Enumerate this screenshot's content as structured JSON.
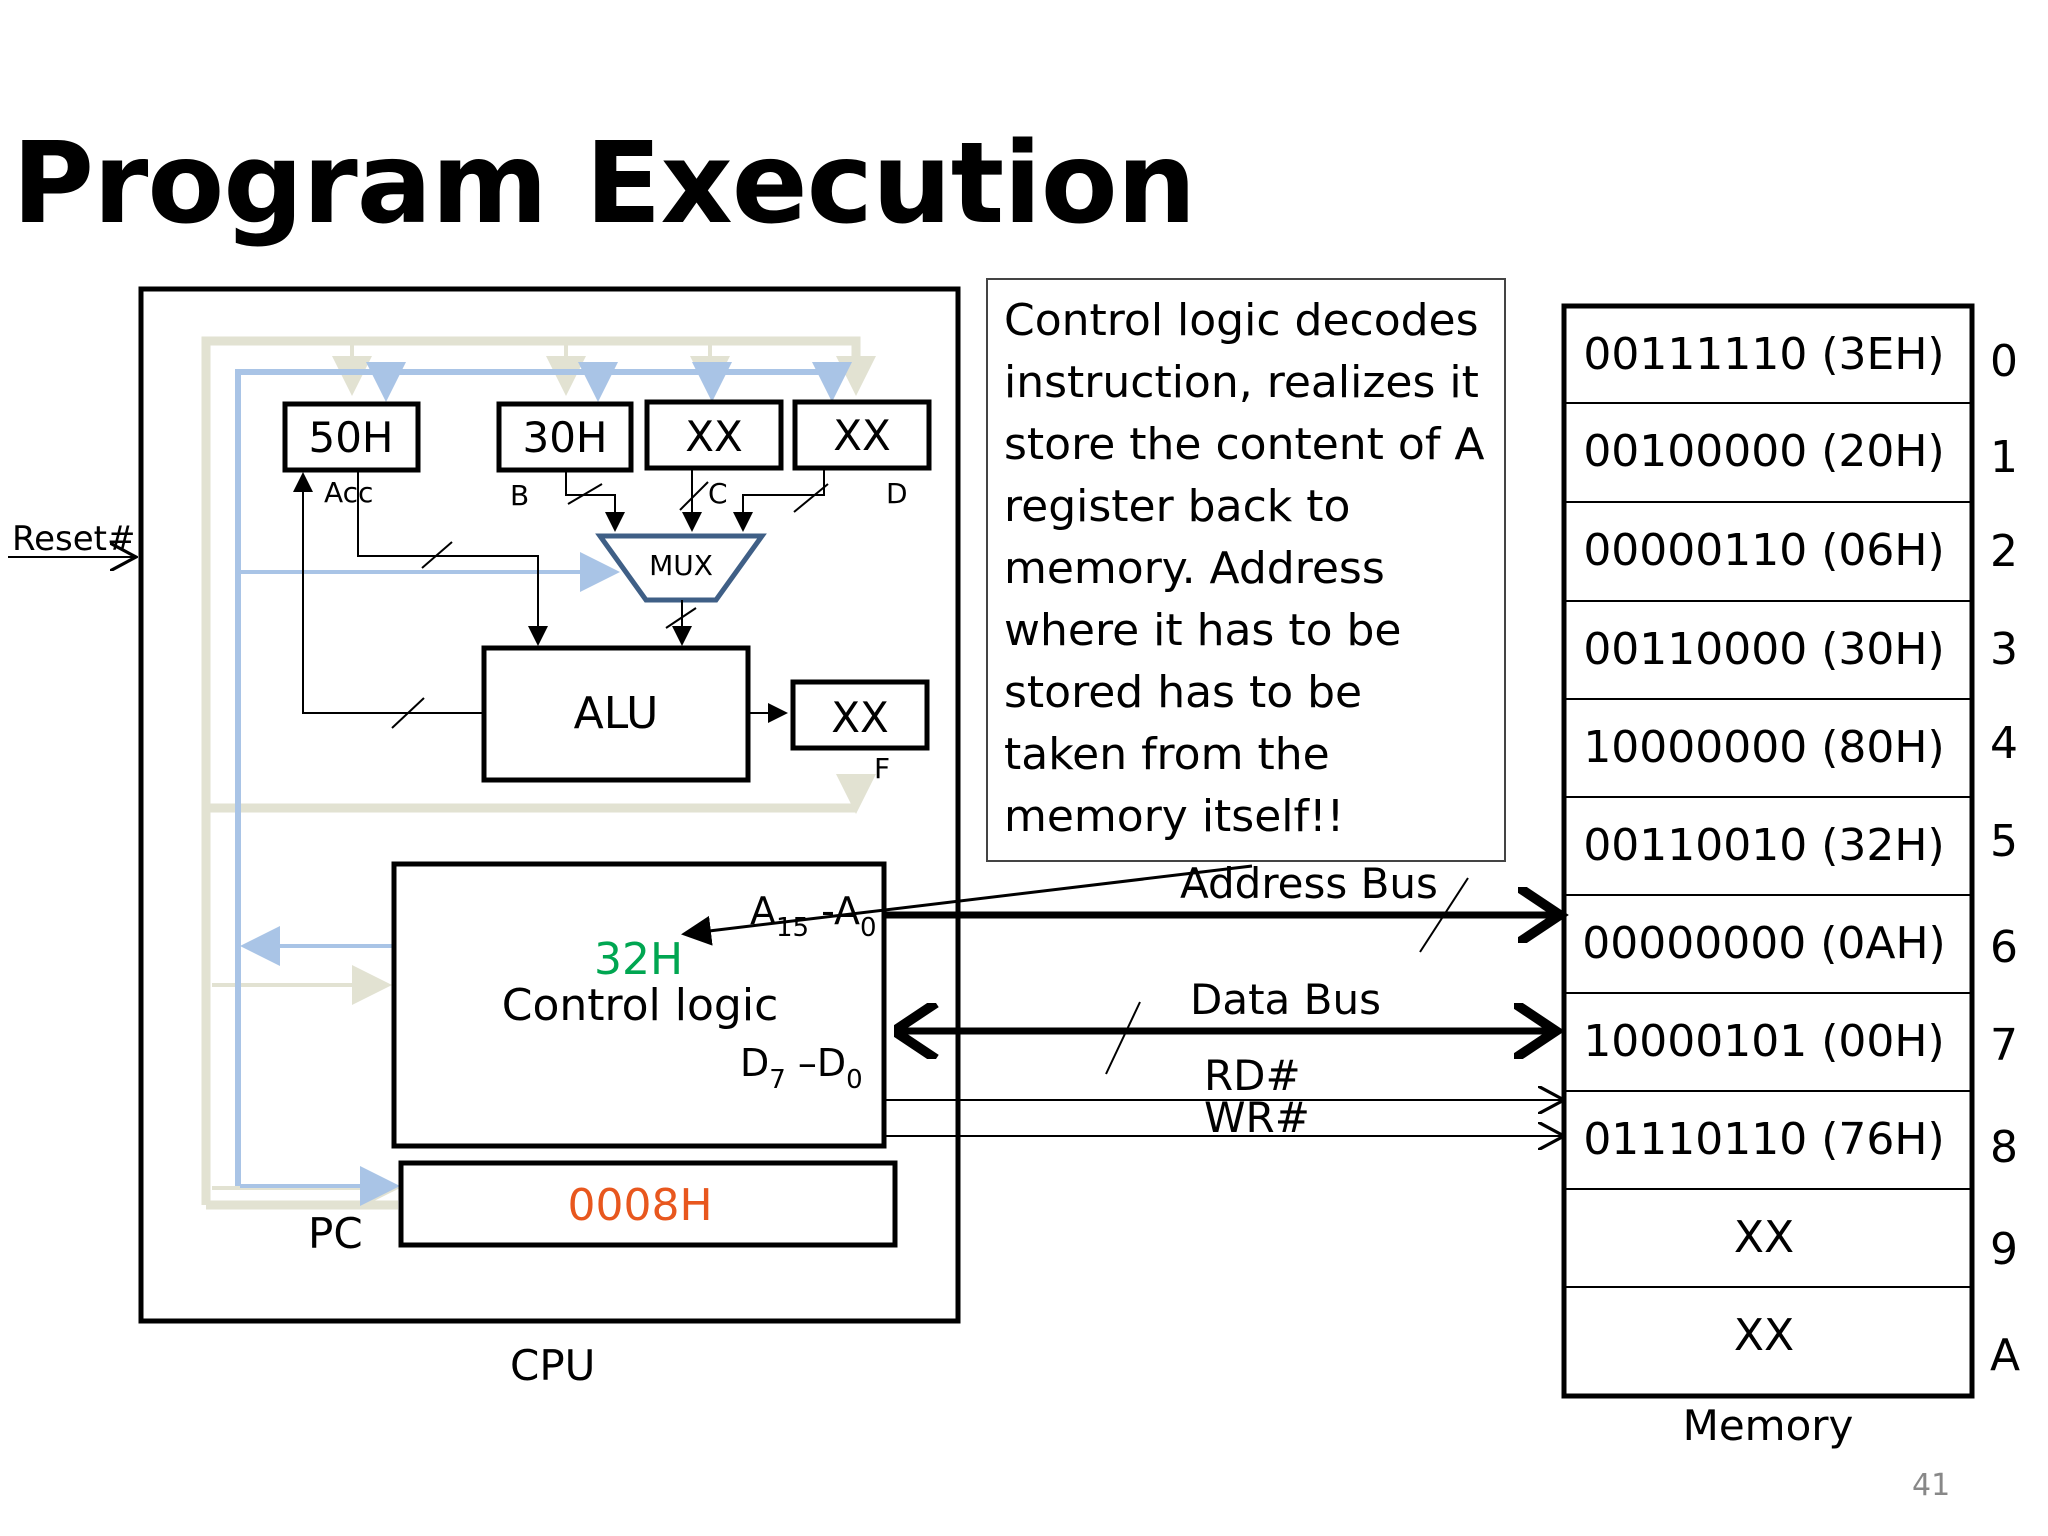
{
  "title": "Program Execution",
  "slide_number": "41",
  "callout_text": "Control logic decodes instruction, realizes it store the content of A register back to memory. Address where it has to be stored has to be taken from the memory itself!!",
  "cpu": {
    "label": "CPU",
    "registers": {
      "acc": {
        "value": "50H",
        "label": "Acc"
      },
      "b": {
        "value": "30H",
        "label": "B"
      },
      "c": {
        "value": "XX",
        "label": "C"
      },
      "d": {
        "value": "XX",
        "label": "D"
      },
      "f": {
        "value": "XX",
        "label": "F"
      }
    },
    "mux_label": "MUX",
    "alu_label": "ALU",
    "reset_label": "Reset#",
    "control_logic": {
      "label": "Control logic",
      "value": "32H",
      "value_color": "#00a651",
      "addr_pin": "A15 -A0",
      "data_pin": "D7 –D0"
    },
    "pc": {
      "label": "PC",
      "value": "0008H",
      "value_color": "#e8571e"
    }
  },
  "buses": {
    "address": "Address Bus",
    "data": "Data Bus",
    "rd": "RD#",
    "wr": "WR#"
  },
  "memory": {
    "label": "Memory",
    "rows": [
      {
        "value": "00111110 (3EH)",
        "addr": "0"
      },
      {
        "value": "00100000 (20H)",
        "addr": "1"
      },
      {
        "value": "00000110 (06H)",
        "addr": "2"
      },
      {
        "value": "00110000 (30H)",
        "addr": "3"
      },
      {
        "value": "10000000 (80H)",
        "addr": "4"
      },
      {
        "value": "00110010 (32H)",
        "addr": "5"
      },
      {
        "value": "00000000 (0AH)",
        "addr": "6"
      },
      {
        "value": "10000101 (00H)",
        "addr": "7"
      },
      {
        "value": "01110110 (76H)",
        "addr": "8"
      },
      {
        "value": "XX",
        "addr": "9"
      },
      {
        "value": "XX",
        "addr": "A"
      }
    ]
  }
}
